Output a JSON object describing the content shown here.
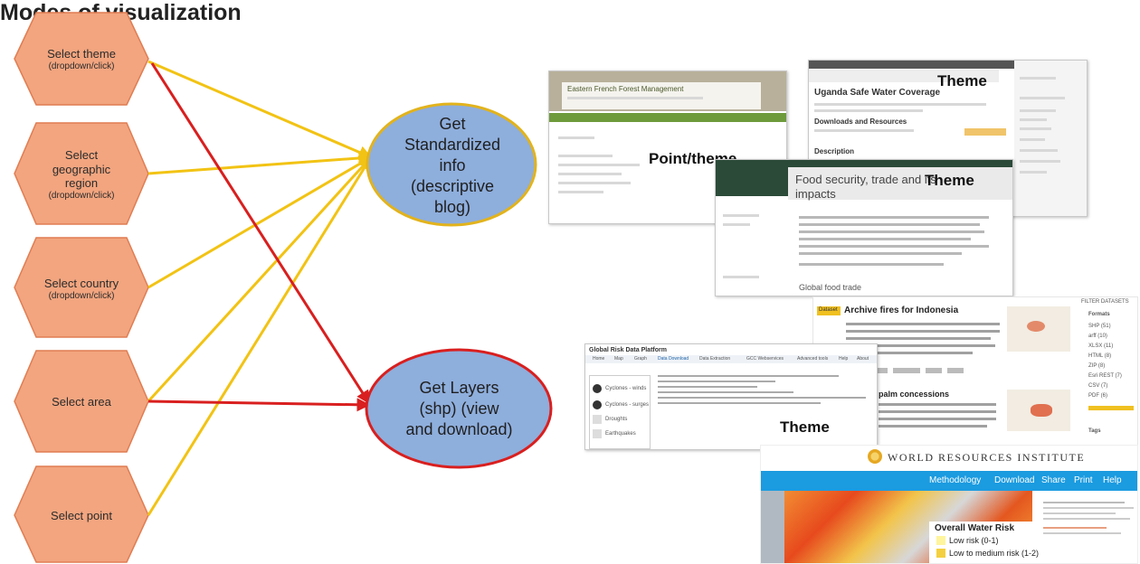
{
  "title": "Modes of visualization",
  "selectors": [
    {
      "main": [
        "Select theme"
      ],
      "sub": "(dropdown/click)"
    },
    {
      "main": [
        "Select",
        "geographic",
        "region"
      ],
      "sub": "(dropdown/click)"
    },
    {
      "main": [
        "Select country"
      ],
      "sub": "(dropdown/click)"
    },
    {
      "main": [
        "Select area"
      ],
      "sub": ""
    },
    {
      "main": [
        "Select point"
      ],
      "sub": ""
    }
  ],
  "outputs": {
    "standardized": [
      "Get",
      "Standardized",
      "info",
      "(descriptive",
      "blog)"
    ],
    "layers": [
      "Get Layers",
      "(shp) (view",
      "and download)"
    ]
  },
  "overlays": {
    "point_theme": "Point/theme",
    "theme_uganda": "Theme",
    "theme_food": "Theme",
    "theme_risk": "Theme"
  },
  "screenshots": {
    "uganda_title": "Uganda Safe Water Coverage",
    "uganda_downloads": "Downloads and Resources",
    "uganda_description": "Description",
    "food_title": [
      "Food security, trade and its",
      "impacts"
    ],
    "food_footer": "Global food trade",
    "fires_badge": "Dataset",
    "fires_title": "Archive fires for Indonesia",
    "palm_title": "palm concessions",
    "grdp_title": "Global Risk Data Platform",
    "grdp_tabs": [
      "Home",
      "Map",
      "Graph",
      "Data Download",
      "Data Extraction",
      "GCC Webservices",
      "Advanced tools",
      "Help",
      "About"
    ],
    "grdp_items": [
      "Cyclones - winds",
      "Cyclones - surges",
      "Droughts",
      "Earthquakes"
    ],
    "filter_head": "FILTER DATASETS",
    "filter_formats": "Formats",
    "filter_items": [
      "SHP (51)",
      "arff (10)",
      "XLSX (11)",
      "HTML (8)",
      "ZIP (8)",
      "Esri REST (7)",
      "CSV (7)",
      "PDF (6)"
    ],
    "filter_tags": "Tags",
    "wri_logo": "WORLD RESOURCES INSTITUTE",
    "wri_nav": [
      "Methodology",
      "Download",
      "Share",
      "Print",
      "Help"
    ],
    "wri_legend_title": "Overall Water Risk",
    "wri_legend": [
      "Low risk (0-1)",
      "Low to medium risk (1-2)"
    ],
    "forest_title": "Eastern French Forest Management"
  },
  "colors": {
    "hex_fill": "#f2a57f",
    "hex_stroke": "#e07d52",
    "ellipse_fill": "#8eaedc",
    "ellipse_top_stroke": "#e2b31c",
    "ellipse_bottom_stroke": "#d91f1f",
    "yellow_arrow": "#f2c314",
    "red_arrow": "#d91f1f"
  }
}
